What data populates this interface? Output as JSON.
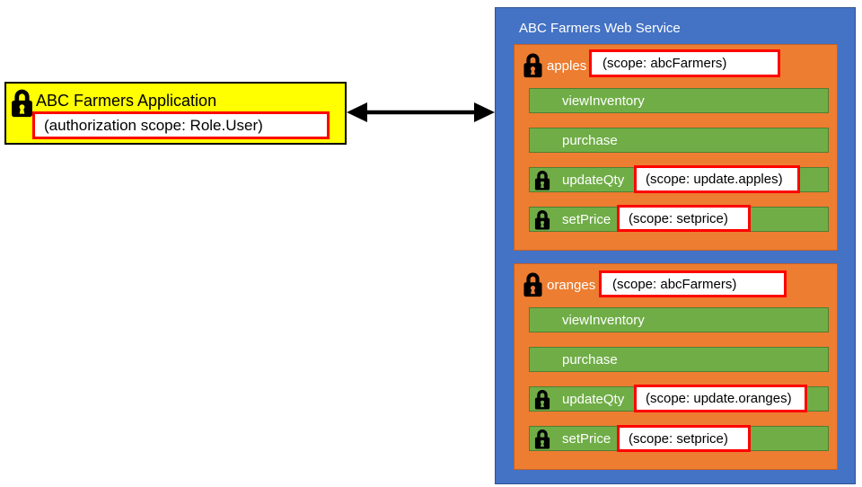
{
  "application": {
    "title": "ABC Farmers Application",
    "auth_scope": "(authorization scope: Role.User)"
  },
  "web_service": {
    "title": "ABC Farmers Web Service",
    "resources": [
      {
        "name": "apples",
        "scope": "(scope: abcFarmers)",
        "methods": [
          {
            "label": "viewInventory"
          },
          {
            "label": "purchase"
          },
          {
            "label": "updateQty",
            "scope": "(scope: update.apples)"
          },
          {
            "label": "setPrice",
            "scope": "(scope: setprice)"
          }
        ]
      },
      {
        "name": "oranges",
        "scope": "(scope: abcFarmers)",
        "methods": [
          {
            "label": "viewInventory"
          },
          {
            "label": "purchase"
          },
          {
            "label": "updateQty",
            "scope": "(scope: update.oranges)"
          },
          {
            "label": "setPrice",
            "scope": "(scope: setprice)"
          }
        ]
      }
    ]
  },
  "colors": {
    "application_fill": "#FFFF00",
    "service_fill": "#4472C4",
    "service_border": "#2F528F",
    "resource_fill": "#ED7D31",
    "method_fill": "#70AD47",
    "method_border": "#507E32",
    "scope_highlight_border": "#FF0000",
    "scope_fill": "#FFFFFF",
    "lock_color": "#000000"
  }
}
